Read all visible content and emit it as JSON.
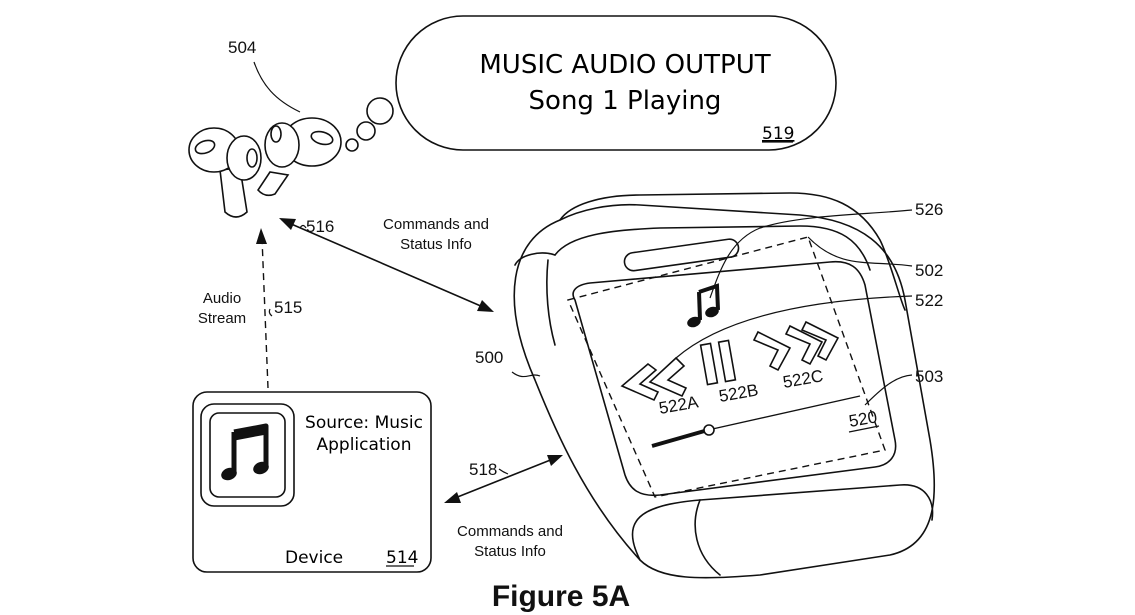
{
  "bubble": {
    "line1": "MUSIC AUDIO OUTPUT",
    "line2": "Song 1 Playing",
    "ref": "519"
  },
  "earbuds": {
    "ref": "504"
  },
  "device": {
    "source_line1": "Source: Music",
    "source_line2": "Application",
    "label": "Device",
    "ref": "514",
    "app_icon": "music-note-icon"
  },
  "arrows": {
    "commands_top_line1": "Commands and",
    "commands_top_line2": "Status Info",
    "ref_516": "516",
    "audio_line1": "Audio",
    "audio_line2": "Stream",
    "ref_515": "515",
    "commands_bottom_line1": "Commands and",
    "commands_bottom_line2": "Status Info",
    "ref_518": "518"
  },
  "case": {
    "ref_500": "500",
    "ref_502": "502",
    "ref_503": "503",
    "ref_520": "520",
    "ref_522": "522",
    "ref_526": "526",
    "btn_prev": "522A",
    "btn_pause": "522B",
    "btn_next": "522C",
    "note_icon": "music-note-icon"
  },
  "caption": "Figure 5A"
}
